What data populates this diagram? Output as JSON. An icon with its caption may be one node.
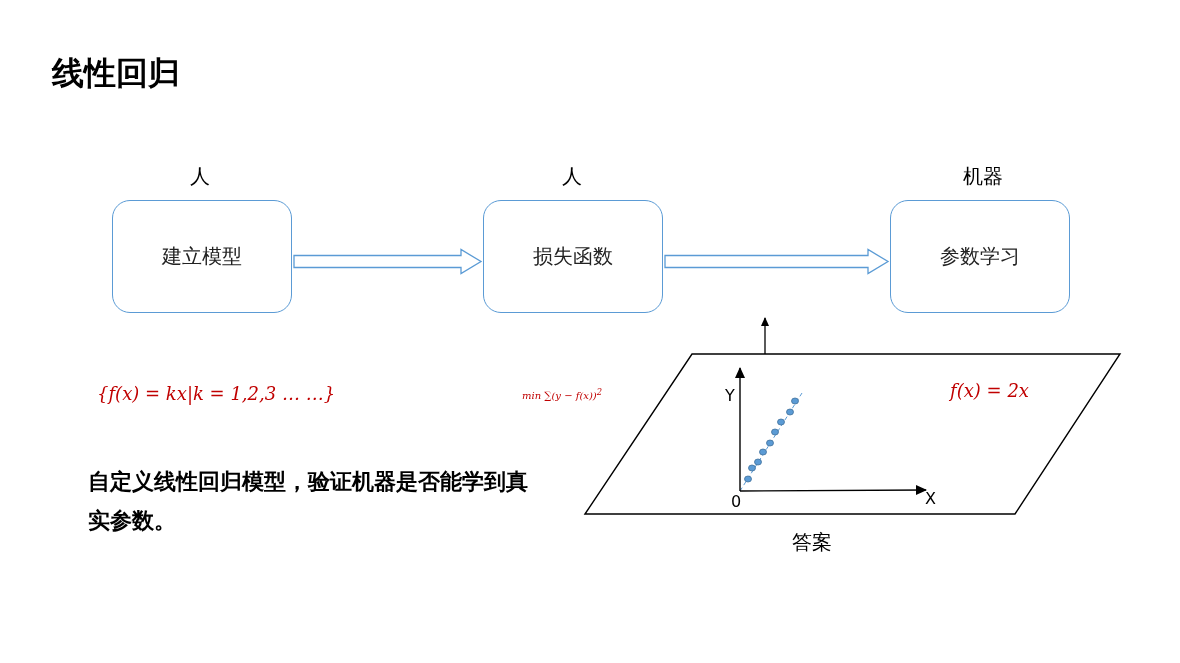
{
  "diagram": {
    "title": "线性回归",
    "nodes": [
      {
        "text": [
          "建立模型"
        ],
        "beside": [
          "人"
        ]
      },
      {
        "text": [
          "损失函数"
        ],
        "beside": [
          "人"
        ]
      },
      {
        "text": [
          "参数学习"
        ],
        "beside": [
          "机器"
        ]
      },
      {
        "text": [
          "f(x) = 2x"
        ],
        "beside": [
          "答案"
        ]
      }
    ],
    "edges": [
      {
        "from": 0,
        "to": 1,
        "arrow": "to"
      },
      {
        "from": 1,
        "to": 2,
        "arrow": "to"
      },
      {
        "from": 3,
        "to": null,
        "arrow": "to"
      }
    ],
    "labels": [
      "{f(x) = kx|k = 1,2,3 … …}",
      "min ∑(y − f(x))$^{2}$",
      "Y",
      "0",
      "X",
      "自定义线性回归模型，验证机器是否能学到真实参数。"
    ]
  }
}
